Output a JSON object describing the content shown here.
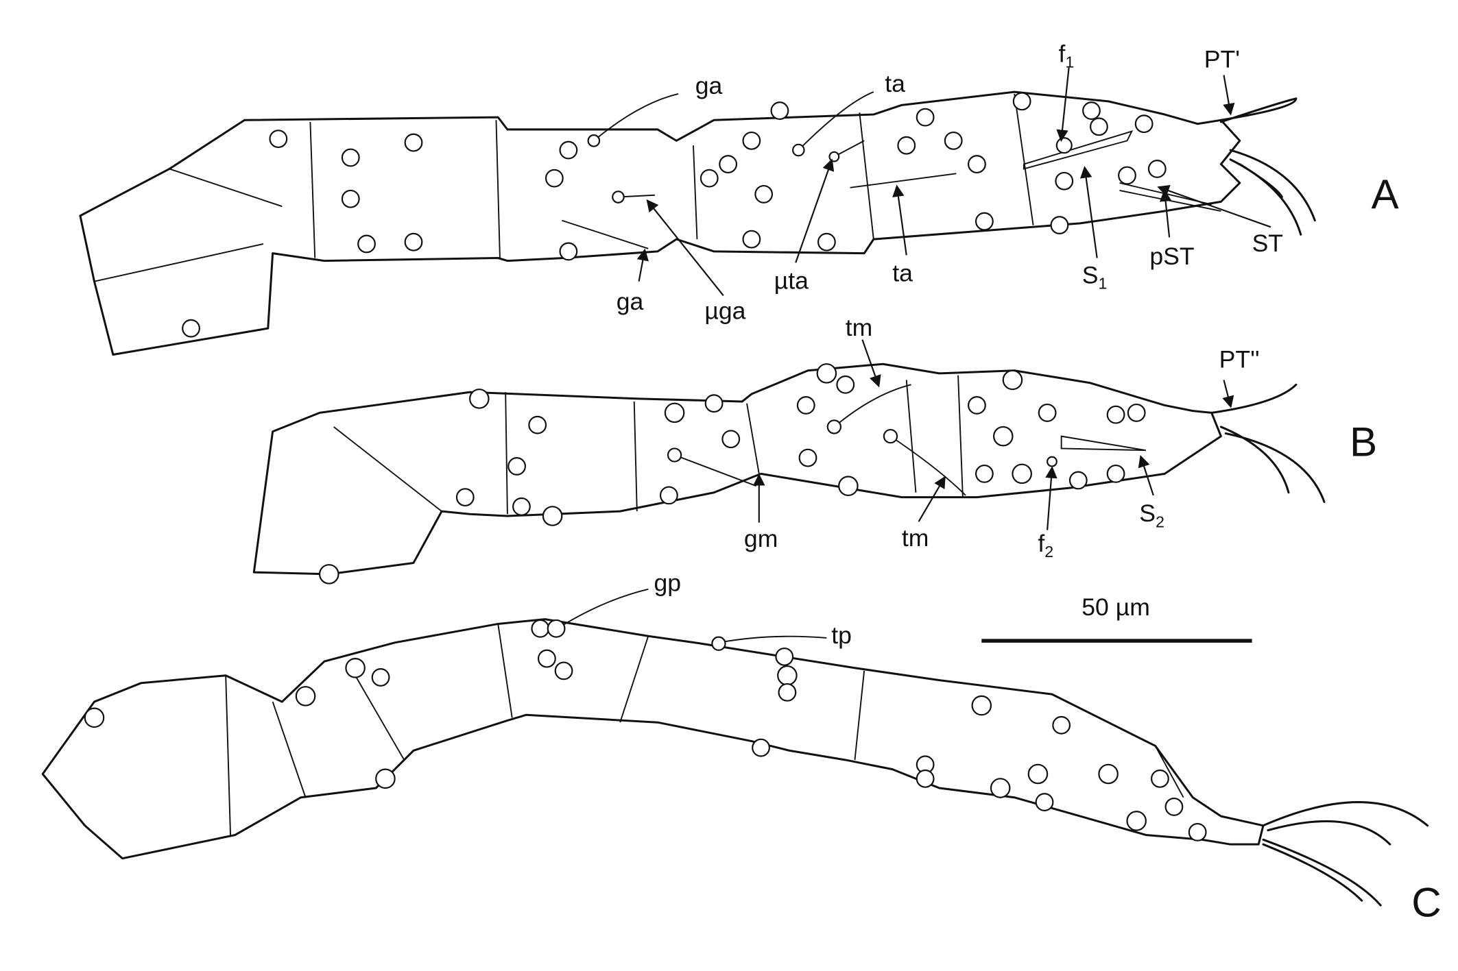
{
  "panels": {
    "A": {
      "letter": "A",
      "labels": {
        "ga_top": "ga",
        "ta_top": "ta",
        "f1": "f",
        "f1_sub": "1",
        "PT1": "PT'",
        "ga_bottom": "ga",
        "uga": "µga",
        "uta": "µta",
        "ta_bottom": "ta",
        "S1": "S",
        "S1_sub": "1",
        "pST": "pST",
        "ST": "ST"
      }
    },
    "B": {
      "letter": "B",
      "labels": {
        "tm_top": "tm",
        "PT2": "PT''",
        "gm": "gm",
        "tm_bottom": "tm",
        "f2": "f",
        "f2_sub": "2",
        "S2": "S",
        "S2_sub": "2"
      }
    },
    "C": {
      "letter": "C",
      "labels": {
        "gp": "gp",
        "tp": "tp"
      }
    }
  },
  "scale_bar": {
    "label": "50 µm",
    "value_um": 50
  }
}
